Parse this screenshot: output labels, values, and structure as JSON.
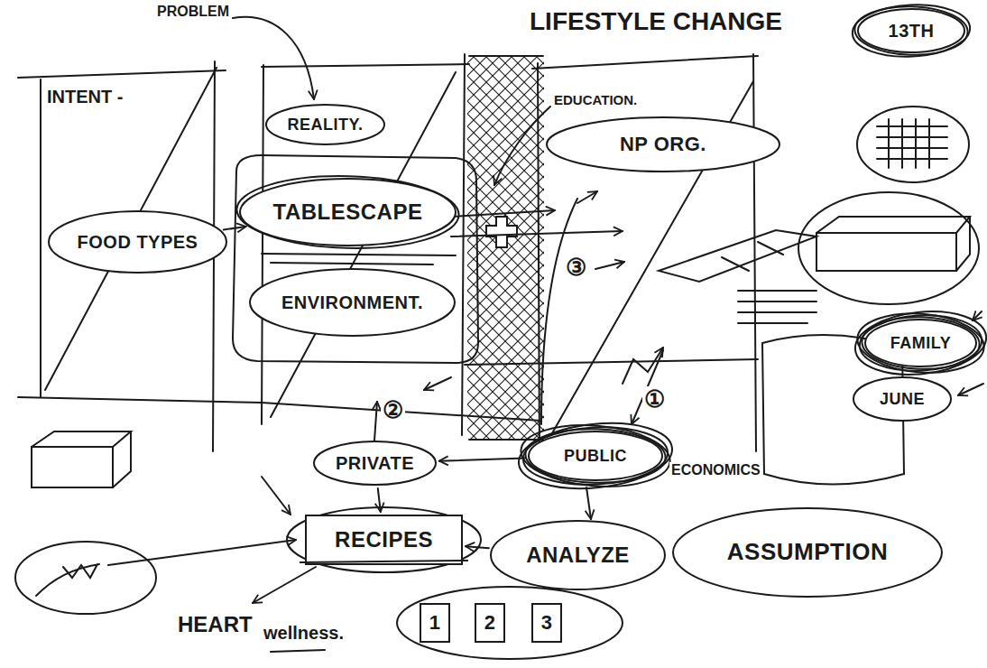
{
  "diagram": {
    "nodes": [
      {
        "text": [
          "13TH"
        ]
      },
      {
        "text": [
          "REALITY."
        ]
      },
      {
        "text": [
          "NP ORG."
        ]
      },
      {
        "text": [
          "TABLESCAPE"
        ]
      },
      {
        "text": [
          "FOOD TYPES"
        ]
      },
      {
        "text": [
          "ENVIRONMENT."
        ]
      },
      {
        "text": [
          "FAMILY"
        ]
      },
      {
        "text": [
          "JUNE"
        ]
      },
      {
        "text": [
          "PRIVATE"
        ]
      },
      {
        "text": [
          "PUBLIC"
        ]
      },
      {
        "text": [
          "RECIPES"
        ]
      },
      {
        "text": [
          "ANALYZE"
        ]
      },
      {
        "text": [
          "ASSUMPTION"
        ]
      },
      {
        "text": [
          "1"
        ]
      },
      {
        "text": [
          "2"
        ]
      },
      {
        "text": [
          "3"
        ]
      }
    ],
    "edges": [
      {
        "from": 4,
        "to": 3,
        "arrow": "to"
      },
      {
        "from": 9,
        "to": 8,
        "arrow": "to"
      },
      {
        "from": 8,
        "to": 10,
        "arrow": "to"
      },
      {
        "from": 11,
        "to": 10,
        "arrow": "to"
      }
    ],
    "labels": [
      "PROBLEM",
      "INTENT -",
      "LIFESTYLE CHANGE",
      "EDUCATION.",
      "③",
      "②",
      "①",
      "ECONOMICS",
      "HEART",
      "wellness."
    ]
  }
}
